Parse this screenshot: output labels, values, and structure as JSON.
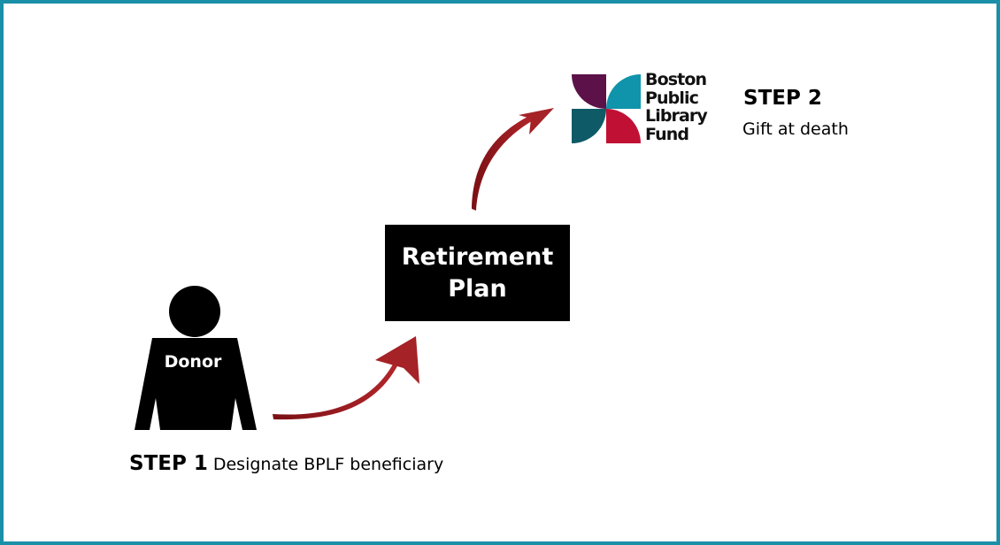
{
  "donor": {
    "label": "Donor"
  },
  "retirement_plan": {
    "line1": "Retirement",
    "line2": "Plan"
  },
  "logo": {
    "lines": [
      "Boston",
      "Public",
      "Library",
      "Fund"
    ],
    "colors": {
      "top_left": "#5c1149",
      "top_right": "#0f94ab",
      "bottom_left": "#0e5a67",
      "bottom_right": "#c01134"
    }
  },
  "step1": {
    "title": "STEP 1",
    "description": "Designate BPLF beneficiary"
  },
  "step2": {
    "title": "STEP 2",
    "description": "Gift at death"
  },
  "colors": {
    "border": "#1a90a8",
    "arrow": "#a52226",
    "box": "#000000"
  }
}
